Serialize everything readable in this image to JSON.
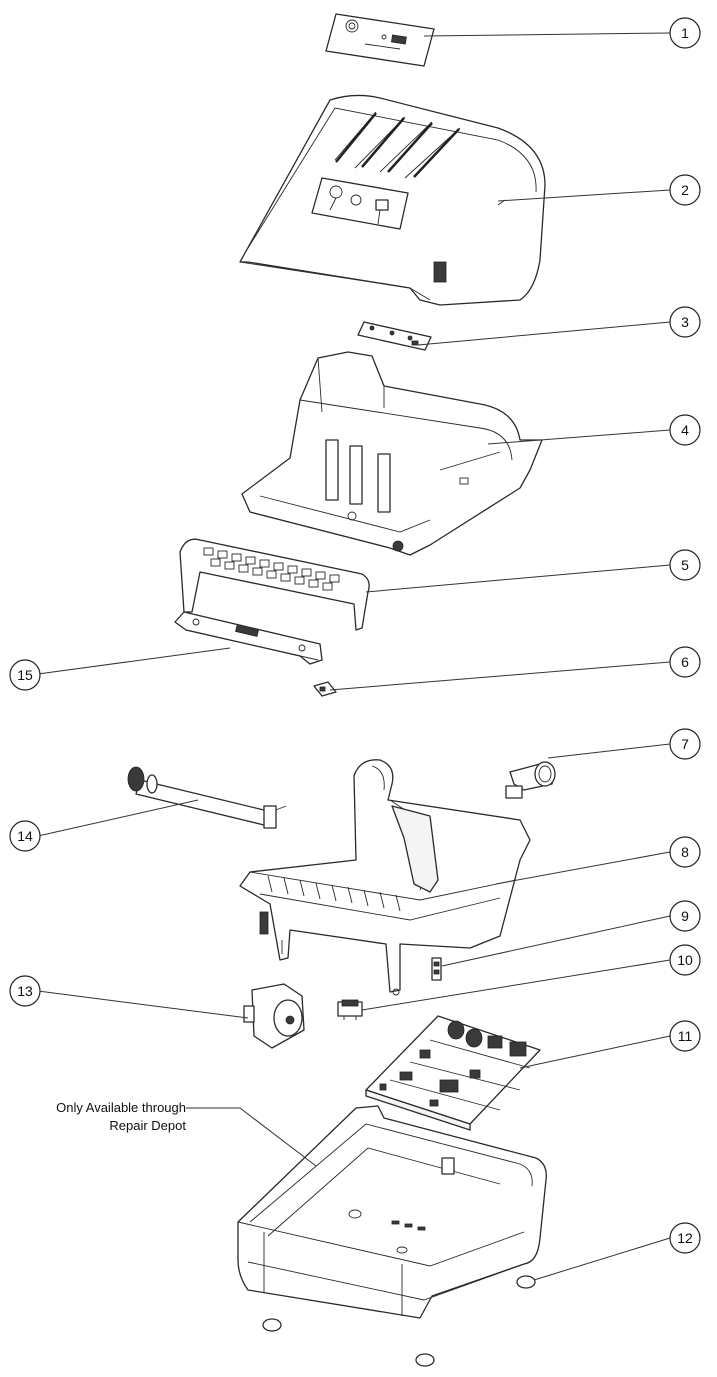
{
  "callouts": [
    {
      "id": "1",
      "label": "1"
    },
    {
      "id": "2",
      "label": "2"
    },
    {
      "id": "3",
      "label": "3"
    },
    {
      "id": "4",
      "label": "4"
    },
    {
      "id": "5",
      "label": "5"
    },
    {
      "id": "6",
      "label": "6"
    },
    {
      "id": "7",
      "label": "7"
    },
    {
      "id": "8",
      "label": "8"
    },
    {
      "id": "9",
      "label": "9"
    },
    {
      "id": "10",
      "label": "10"
    },
    {
      "id": "11",
      "label": "11"
    },
    {
      "id": "12",
      "label": "12"
    },
    {
      "id": "13",
      "label": "13"
    },
    {
      "id": "14",
      "label": "14"
    },
    {
      "id": "15",
      "label": "15"
    }
  ],
  "note": {
    "line1": "Only Available through",
    "line2": "Repair Depot"
  }
}
